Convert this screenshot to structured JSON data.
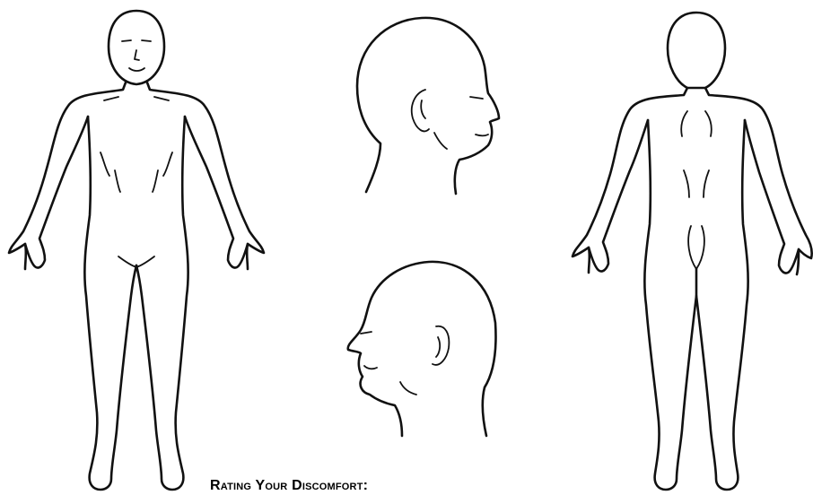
{
  "form": {
    "section_heading": "Rating Your Discomfort:"
  },
  "figures": [
    {
      "name": "front-view"
    },
    {
      "name": "head-right-profile"
    },
    {
      "name": "head-left-profile"
    },
    {
      "name": "back-view"
    }
  ],
  "colors": {
    "line": "#111111",
    "background": "#ffffff"
  }
}
